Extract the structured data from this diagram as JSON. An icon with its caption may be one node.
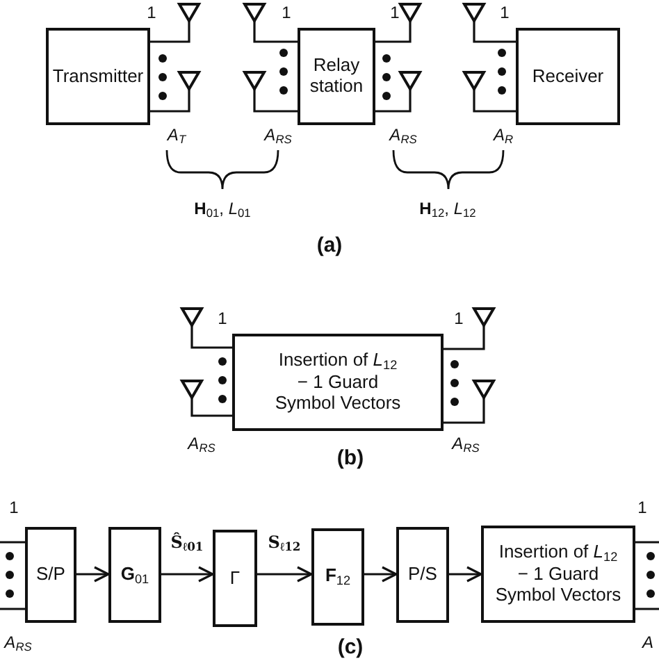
{
  "diagram": {
    "nodes": [
      {
        "text": [
          "Transmitter"
        ]
      },
      {
        "text": [
          "Relay station"
        ]
      },
      {
        "text": [
          "Receiver"
        ]
      },
      {
        "text": [],
        "shape": "antenna"
      },
      {
        "text": [],
        "shape": "antenna"
      },
      {
        "text": [],
        "shape": "antenna"
      },
      {
        "text": [],
        "shape": "antenna"
      },
      {
        "text": [],
        "shape": "antenna"
      },
      {
        "text": [],
        "shape": "antenna"
      },
      {
        "text": [],
        "shape": "antenna"
      },
      {
        "text": [],
        "shape": "antenna"
      },
      {
        "text": [
          "Insertion of *L*$_{12}$ − 1 Guard Symbol Vectors"
        ]
      },
      {
        "text": [],
        "shape": "antenna"
      },
      {
        "text": [],
        "shape": "antenna"
      },
      {
        "text": [],
        "shape": "antenna"
      },
      {
        "text": [],
        "shape": "antenna"
      },
      {
        "text": [
          "S/P"
        ]
      },
      {
        "text": [
          "**G**$_{01}$"
        ]
      },
      {
        "text": [
          "Γ"
        ]
      },
      {
        "text": [
          "**F**$_{12}$"
        ]
      },
      {
        "text": [
          "P/S"
        ]
      },
      {
        "text": [
          "Insertion of *L*$_{12}$ − 1 Guard Symbol Vectors"
        ]
      }
    ],
    "edges": [
      {
        "from": 0,
        "to": 3,
        "arrow": "none"
      },
      {
        "from": 0,
        "to": 4,
        "arrow": "none"
      },
      {
        "from": 1,
        "to": 5,
        "arrow": "none"
      },
      {
        "from": 1,
        "to": 6,
        "arrow": "none"
      },
      {
        "from": 1,
        "to": 7,
        "arrow": "none"
      },
      {
        "from": 1,
        "to": 8,
        "arrow": "none"
      },
      {
        "from": 2,
        "to": 9,
        "arrow": "none"
      },
      {
        "from": 2,
        "to": 10,
        "arrow": "none"
      },
      {
        "from": 11,
        "to": 12,
        "arrow": "none"
      },
      {
        "from": 11,
        "to": 13,
        "arrow": "none"
      },
      {
        "from": 11,
        "to": 14,
        "arrow": "none"
      },
      {
        "from": 11,
        "to": 15,
        "arrow": "none"
      },
      {
        "from": null,
        "to": 16,
        "arrow": "none"
      },
      {
        "from": null,
        "to": 16,
        "arrow": "none"
      },
      {
        "from": 16,
        "to": 17,
        "arrow": "to"
      },
      {
        "from": 17,
        "to": 18,
        "label": "Ŝ$_{ℓ01}$",
        "arrow": "to"
      },
      {
        "from": 18,
        "to": 19,
        "label": "S$_{ℓ12}$",
        "arrow": "to"
      },
      {
        "from": 19,
        "to": 20,
        "arrow": "to"
      },
      {
        "from": 20,
        "to": 21,
        "arrow": "to"
      },
      {
        "from": 21,
        "to": null,
        "arrow": "none"
      },
      {
        "from": 21,
        "to": null,
        "arrow": "none"
      }
    ],
    "labels": [
      "1",
      "1",
      "1",
      "1",
      "A$_{T}$",
      "A$_{RS}$",
      "A$_{RS}$",
      "A$_{R}$",
      "**H**$_{01}$, *L*$_{01}$",
      "**H**$_{12}$, *L*$_{12}$",
      "(a)",
      "1",
      "1",
      "A$_{RS}$",
      "A$_{RS}$",
      "(b)",
      "1",
      "1",
      "A$_{RS}$",
      "A",
      "(c)"
    ]
  }
}
